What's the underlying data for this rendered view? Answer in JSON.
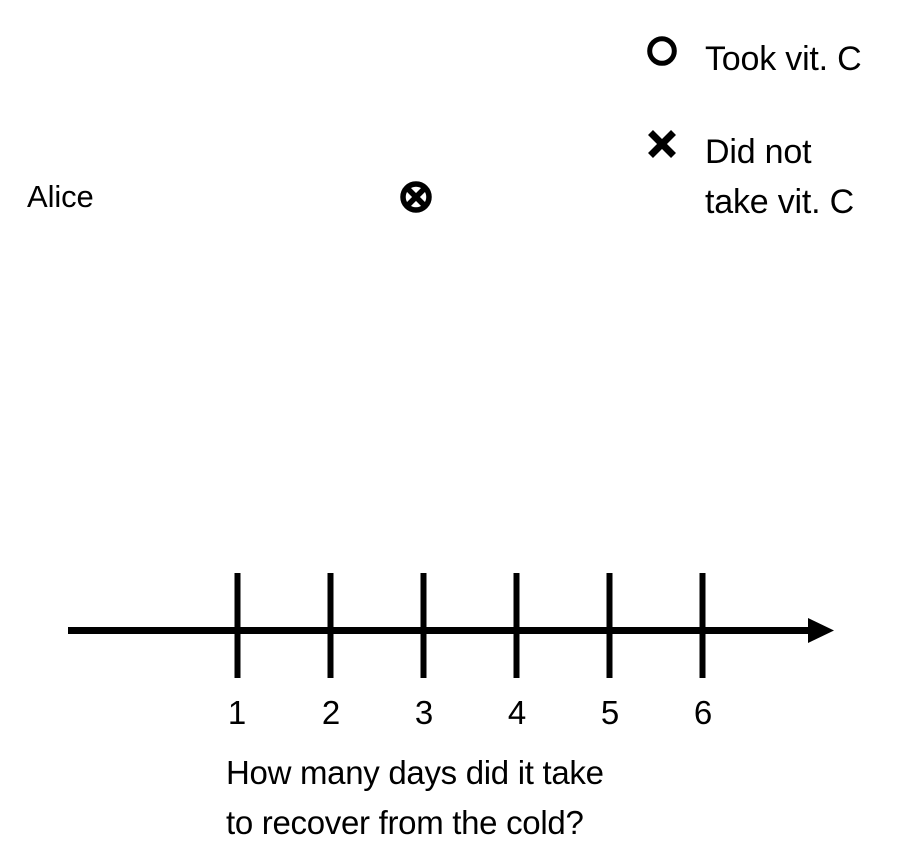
{
  "figure": {
    "background_color": "#ffffff",
    "ink_color": "#000000",
    "row_label": "Alice"
  },
  "legend": {
    "entries": [
      {
        "marker": "open-circle",
        "label": "Took vit. C"
      },
      {
        "marker": "cross",
        "label": "Did not\ntake vit. C"
      }
    ]
  },
  "axis": {
    "caption": "How many days did it take\nto recover from the cold?",
    "tick_labels": [
      "1",
      "2",
      "3",
      "4",
      "5",
      "6"
    ]
  },
  "chart_data": {
    "type": "scatter",
    "title": "",
    "xlabel": "How many days did it take to recover from the cold?",
    "ylabel": "",
    "categories": [
      "Alice"
    ],
    "x": [
      1,
      2,
      3,
      4,
      5,
      6
    ],
    "xlim": [
      0.5,
      6.7
    ],
    "grid": false,
    "legend_position": "top-right",
    "series": [
      {
        "name": "Took vit. C",
        "marker": "open-circle",
        "values": [
          3
        ]
      },
      {
        "name": "Did not take vit. C",
        "marker": "cross",
        "values": [
          3
        ]
      }
    ],
    "points": [
      {
        "row": "Alice",
        "value": 3,
        "markers": [
          "open-circle",
          "cross"
        ]
      }
    ],
    "annotations": []
  }
}
